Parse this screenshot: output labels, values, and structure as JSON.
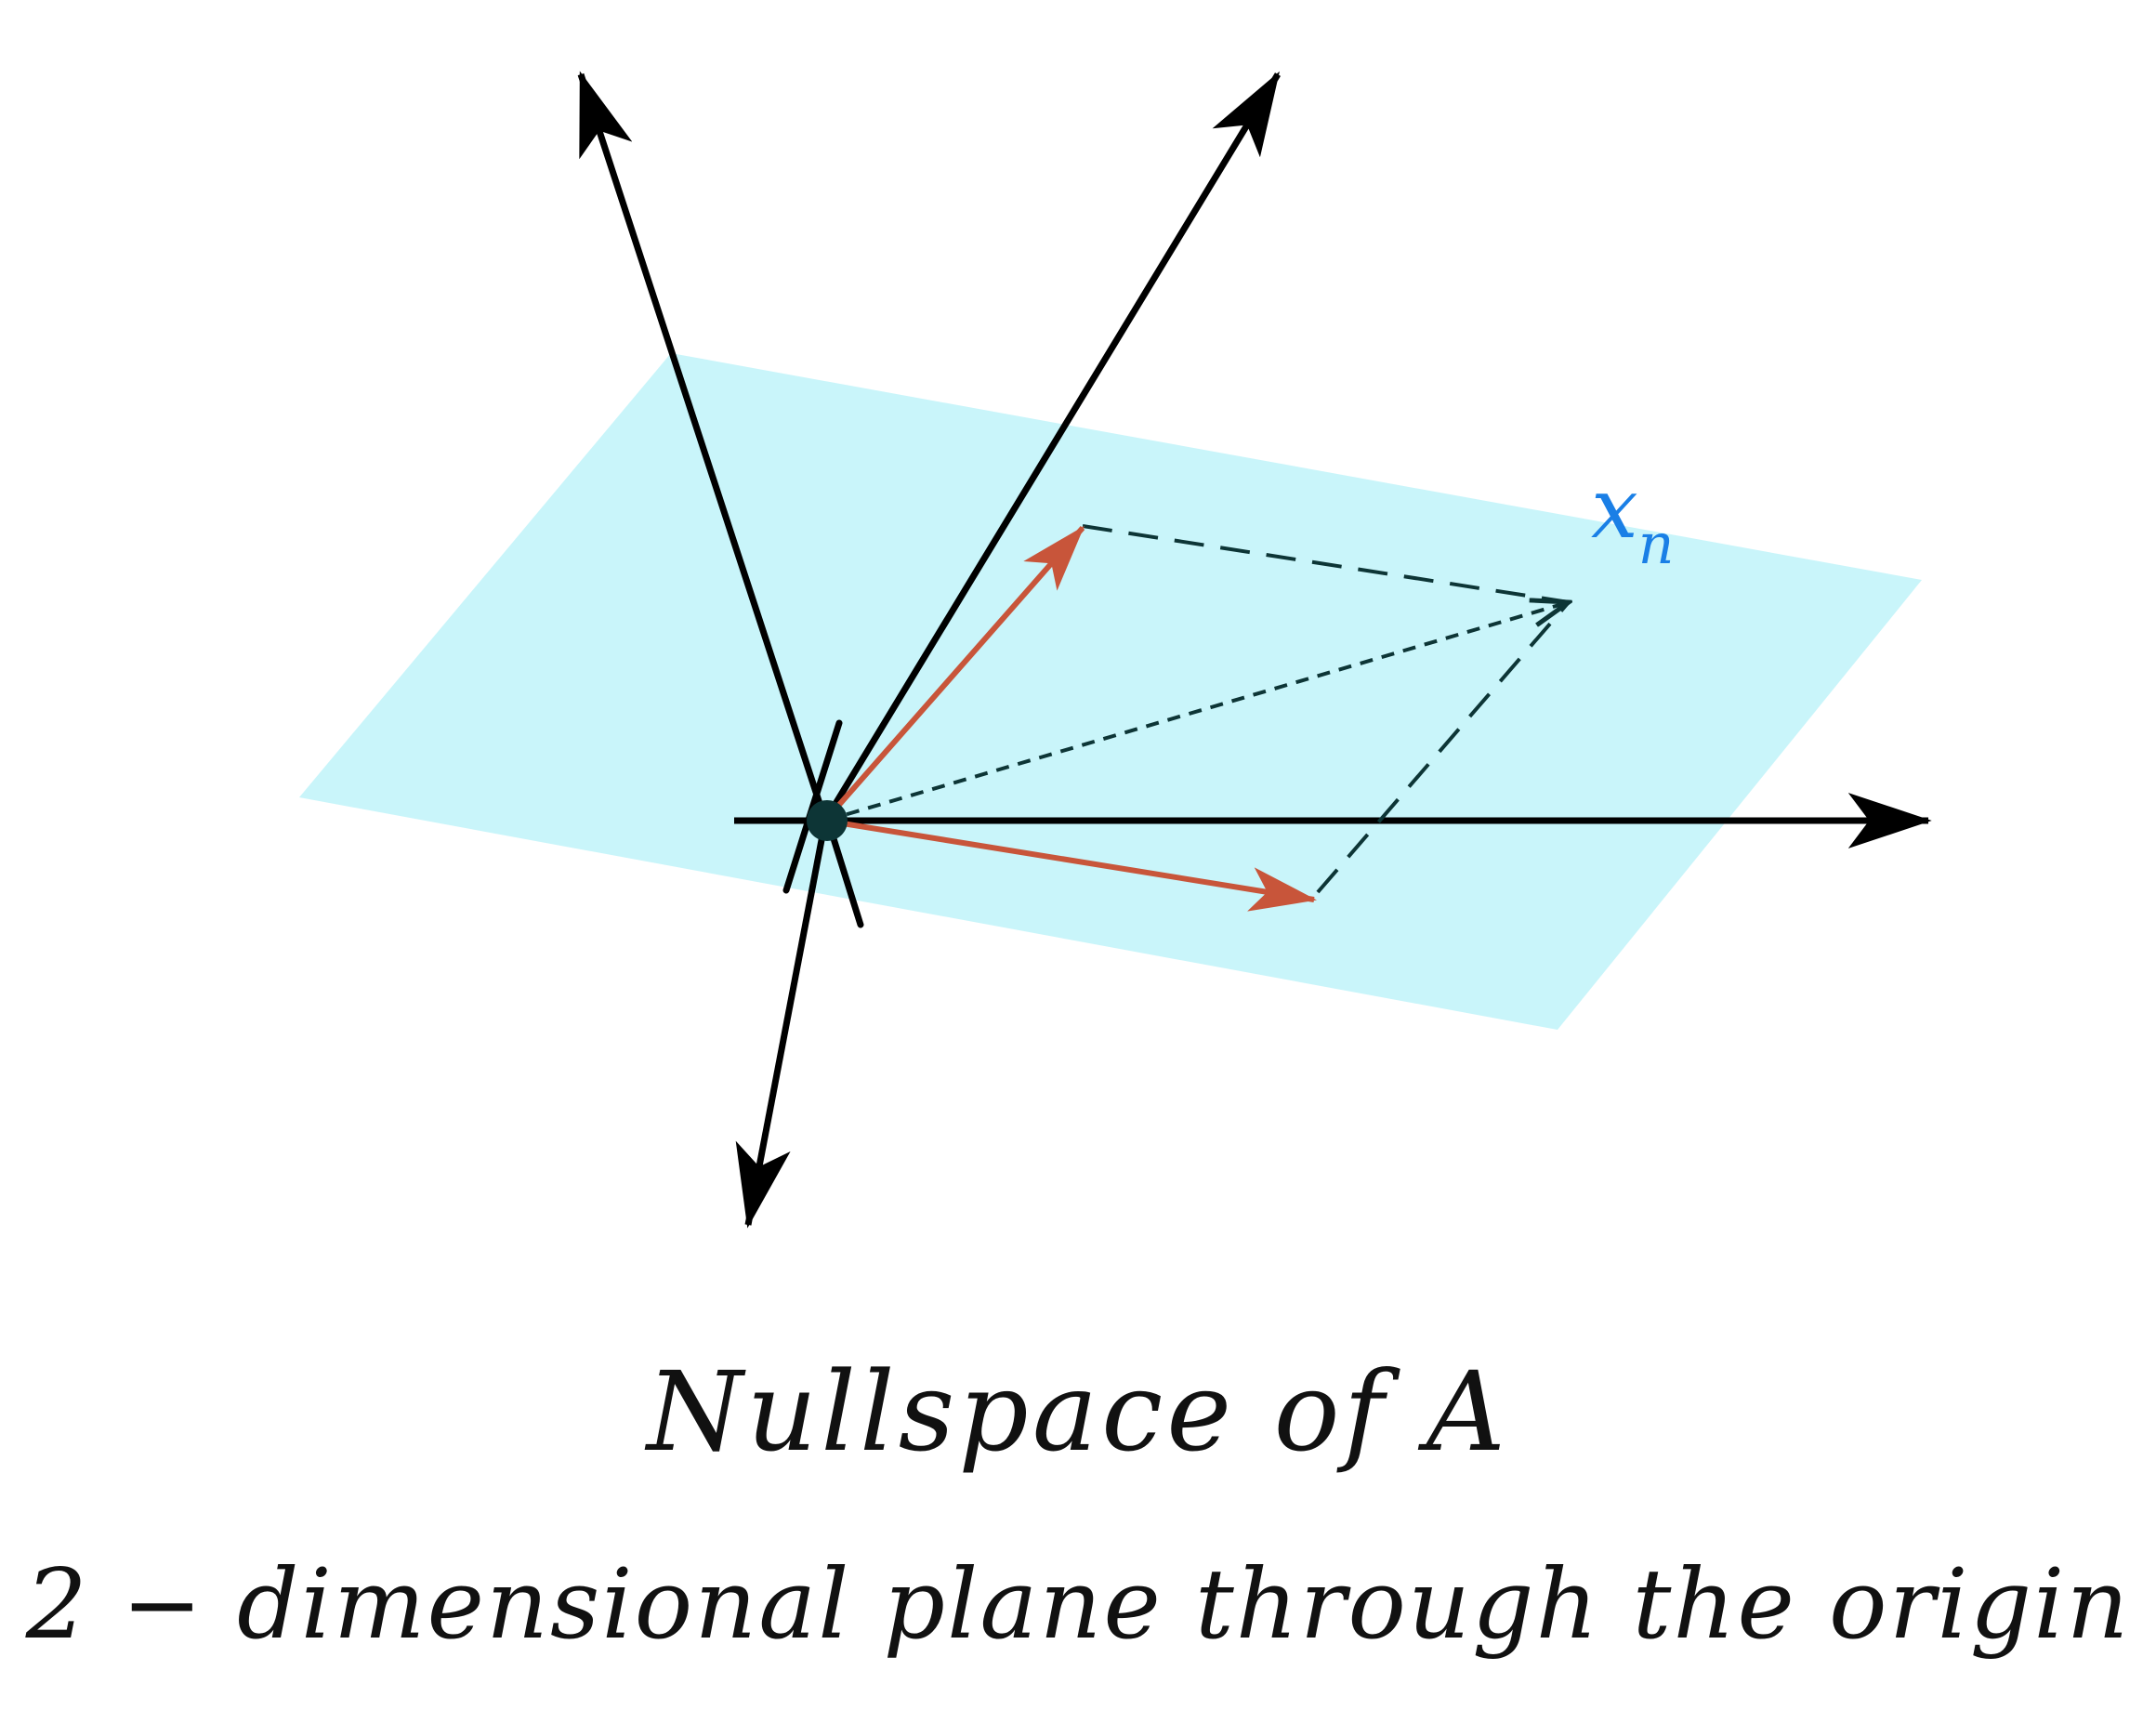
{
  "labels": {
    "vector_label_base": "x",
    "vector_label_sub": "n"
  },
  "captions": {
    "title": "Nullspace of A",
    "subtitle": "2 − dimensional plane through the origin"
  },
  "colors": {
    "plane": "#c6f4fa",
    "axis": "#000000",
    "basis_vector": "#c8553a",
    "label": "#1a7fe6",
    "dashed": "#0d3536"
  }
}
